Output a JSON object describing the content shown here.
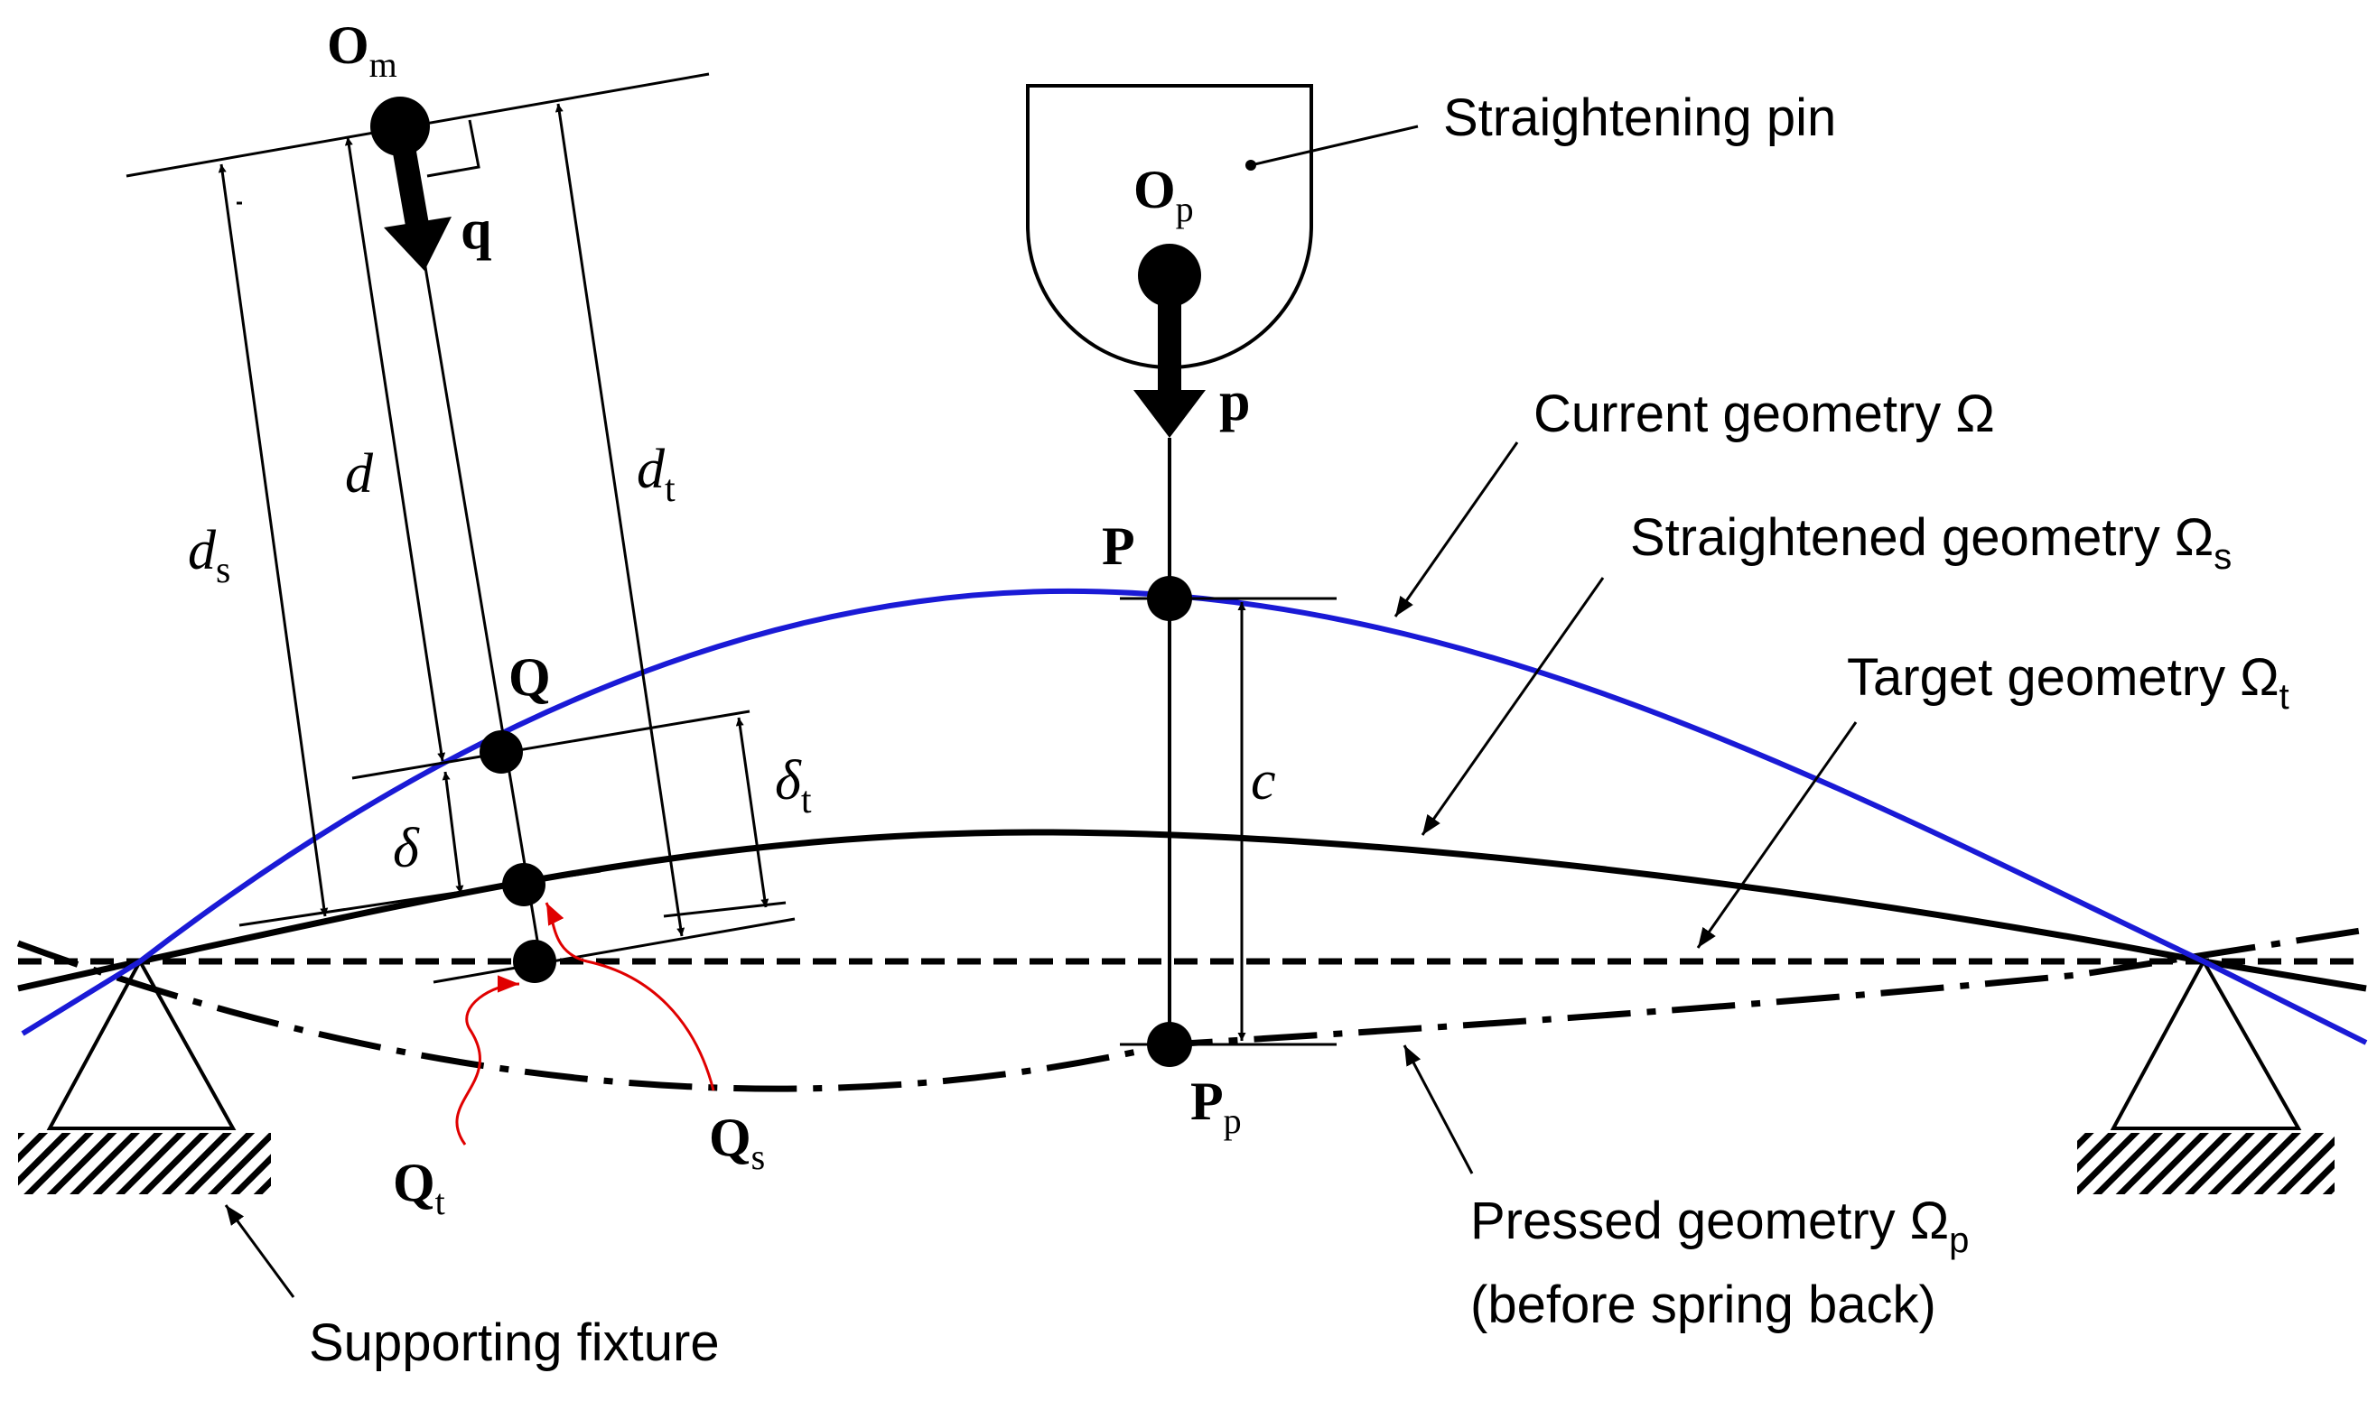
{
  "labels": {
    "O_m": {
      "main": "O",
      "sub": "m"
    },
    "q": "q",
    "O_p": {
      "main": "O",
      "sub": "p"
    },
    "p": "p",
    "P": "P",
    "P_p": {
      "main": "P",
      "sub": "p"
    },
    "Q": "Q",
    "Q_t": {
      "main": "Q",
      "sub": "t"
    },
    "Q_s": {
      "main": "Q",
      "sub": "s"
    },
    "d": "d",
    "d_t": {
      "main": "d",
      "sub": "t"
    },
    "d_s": {
      "main": "d",
      "sub": "s"
    },
    "delta": "δ",
    "delta_t": {
      "main": "δ",
      "sub": "t"
    },
    "c": "c"
  },
  "callouts": {
    "straightening_pin": "Straightening pin",
    "current_geometry": {
      "text": "Current geometry Ω"
    },
    "straightened_geometry": {
      "text": "Straightened geometry Ω",
      "sub": "s"
    },
    "target_geometry": {
      "text": "Target geometry Ω",
      "sub": "t"
    },
    "pressed_geometry": {
      "text": "Pressed geometry  Ω",
      "sub": "p"
    },
    "pressed_geometry_note": "(before spring back)",
    "supporting_fixture": "Supporting fixture"
  },
  "colors": {
    "current_curve": "#1a1ad6",
    "red_arrows": "#e00000",
    "ink": "#000000"
  }
}
